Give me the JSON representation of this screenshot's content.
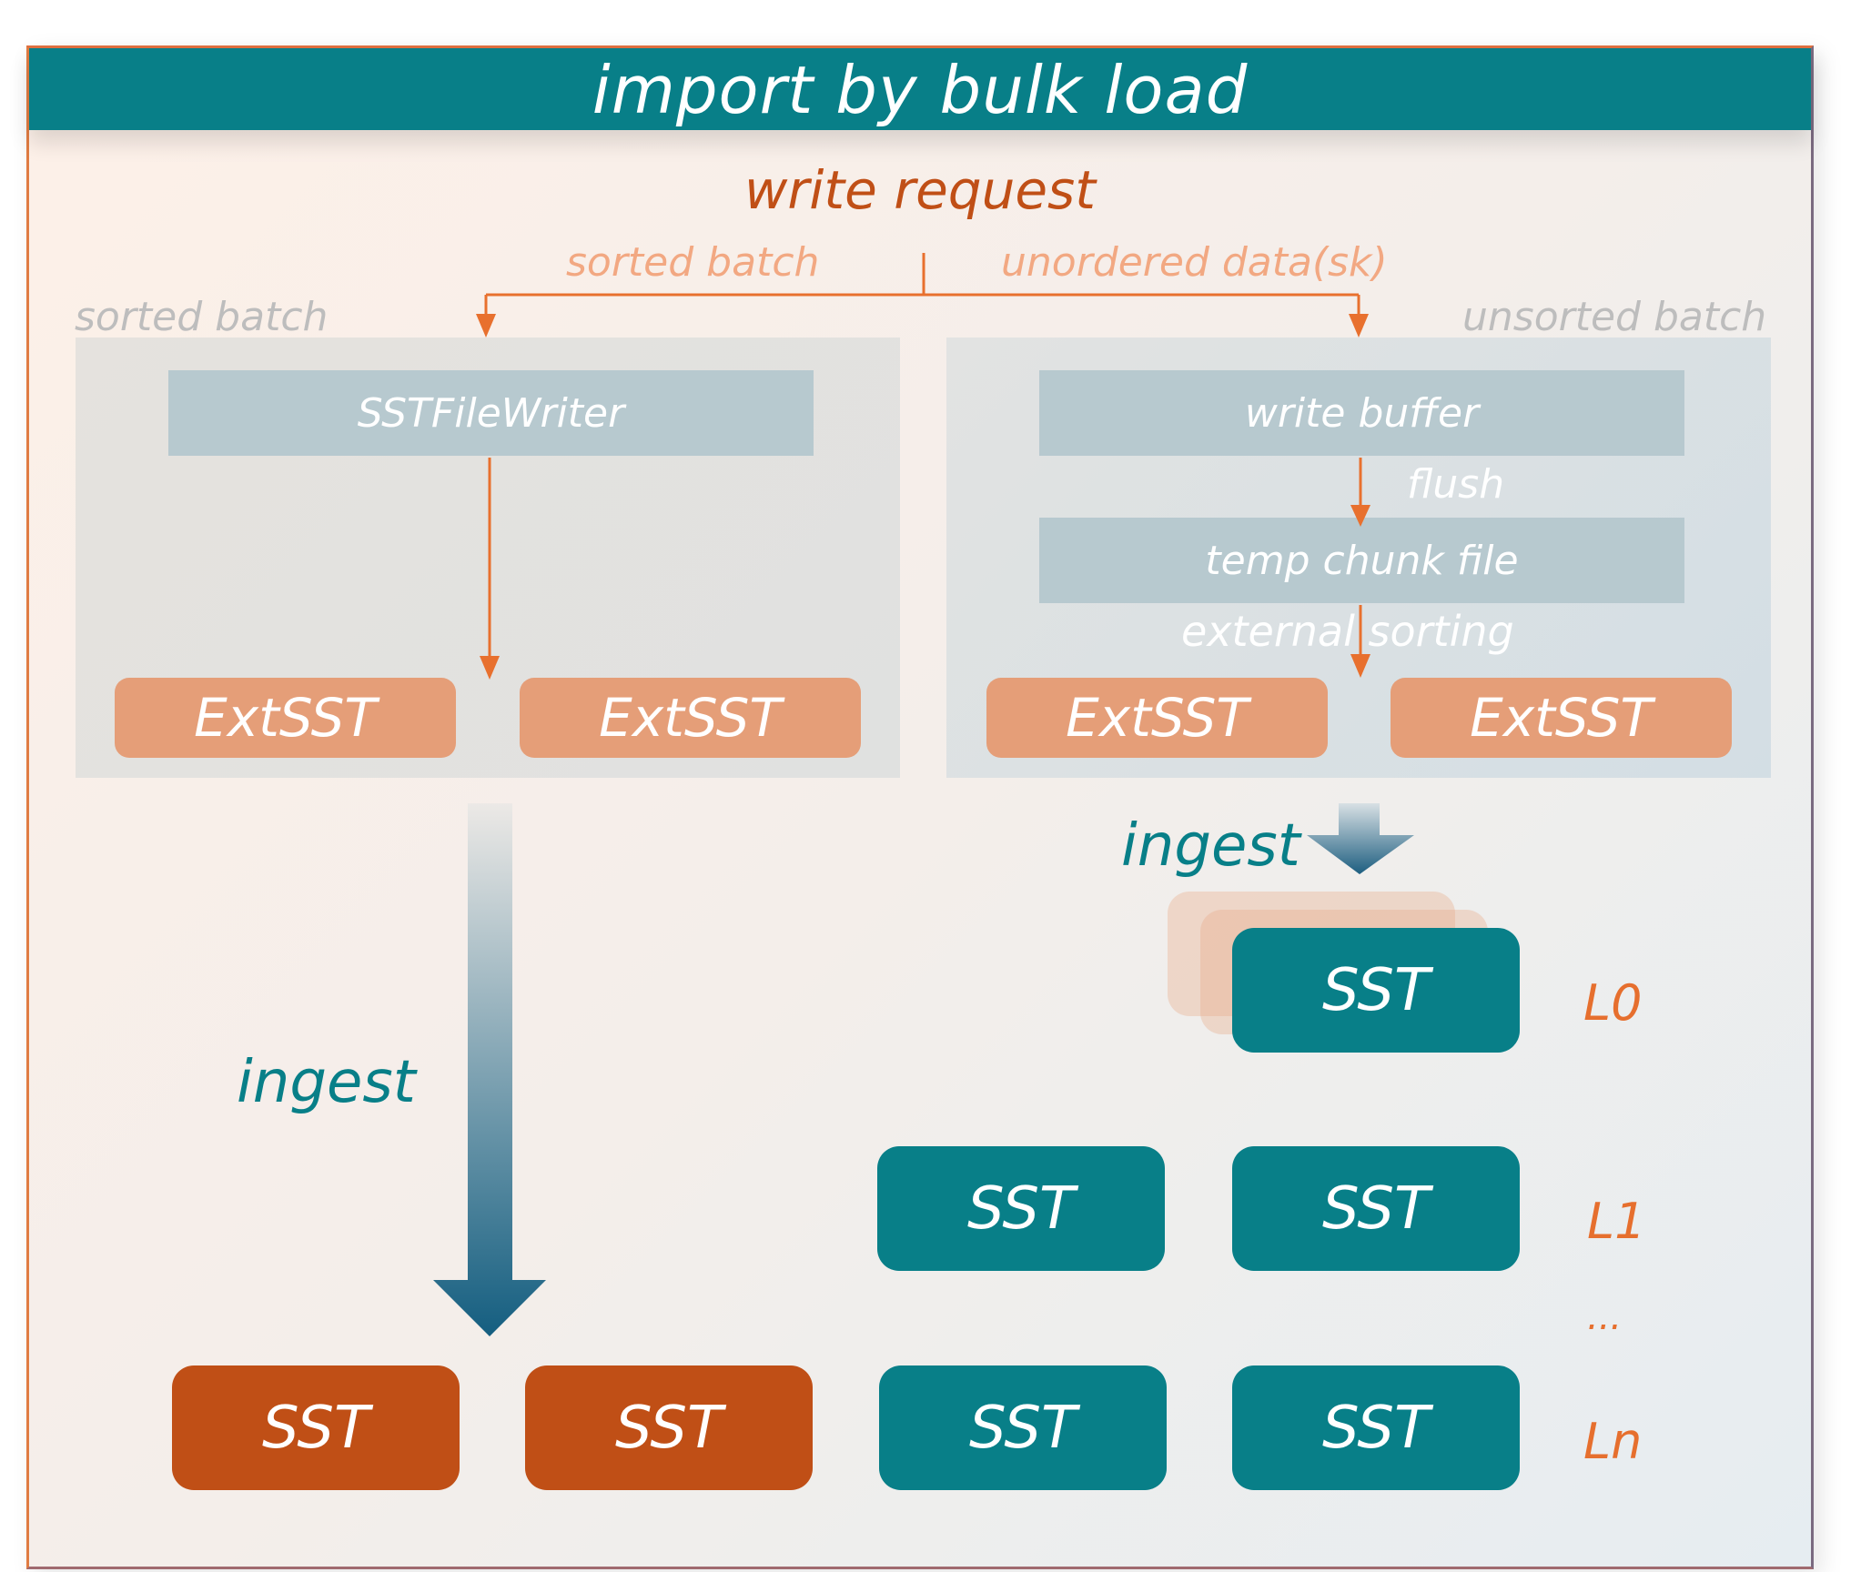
{
  "title": "import by bulk load",
  "write_request": "write request",
  "branch_labels": {
    "sorted": "sorted batch",
    "unordered": "unordered data(sk)"
  },
  "panels": {
    "left": {
      "label": "sorted batch",
      "writer": "SSTFileWriter",
      "ext_files": [
        "ExtSST",
        "ExtSST"
      ]
    },
    "right": {
      "label": "unsorted batch",
      "write_buffer": "write buffer",
      "flush_label": "flush",
      "temp_chunk": "temp chunk file",
      "sort_label": "external sorting",
      "ext_files": [
        "ExtSST",
        "ExtSST"
      ]
    }
  },
  "ingest_labels": {
    "left": "ingest",
    "right": "ingest"
  },
  "levels": [
    {
      "name": "L0",
      "files": [
        "SST"
      ]
    },
    {
      "name": "L1",
      "files": [
        "SST",
        "SST"
      ]
    },
    {
      "name": "...",
      "files": []
    },
    {
      "name": "Ln",
      "files": [
        "SST",
        "SST",
        "SST",
        "SST"
      ]
    }
  ],
  "colors": {
    "teal": "#087f88",
    "rust": "#c04f16",
    "orange": "#e66f2e",
    "ext_sst": "#e59e78",
    "gray_box": "#b7c9cf"
  }
}
